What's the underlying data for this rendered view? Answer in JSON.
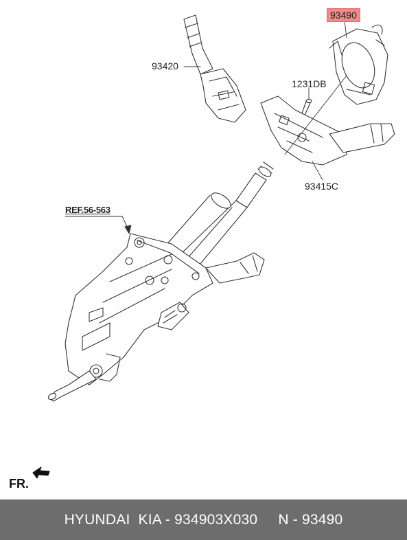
{
  "labels": {
    "part_93490": "93490",
    "part_93420": "93420",
    "part_1231DB": "1231DB",
    "part_93415C": "93415C",
    "ref": "REF.56-563",
    "direction": "FR."
  },
  "colors": {
    "highlight": "#f08a8a",
    "footer_bg": "#6d6d6d",
    "line": "#333333"
  },
  "footer": {
    "brand": "HYUNDAI  KIA - 934903X030",
    "code": "N - 93490"
  }
}
